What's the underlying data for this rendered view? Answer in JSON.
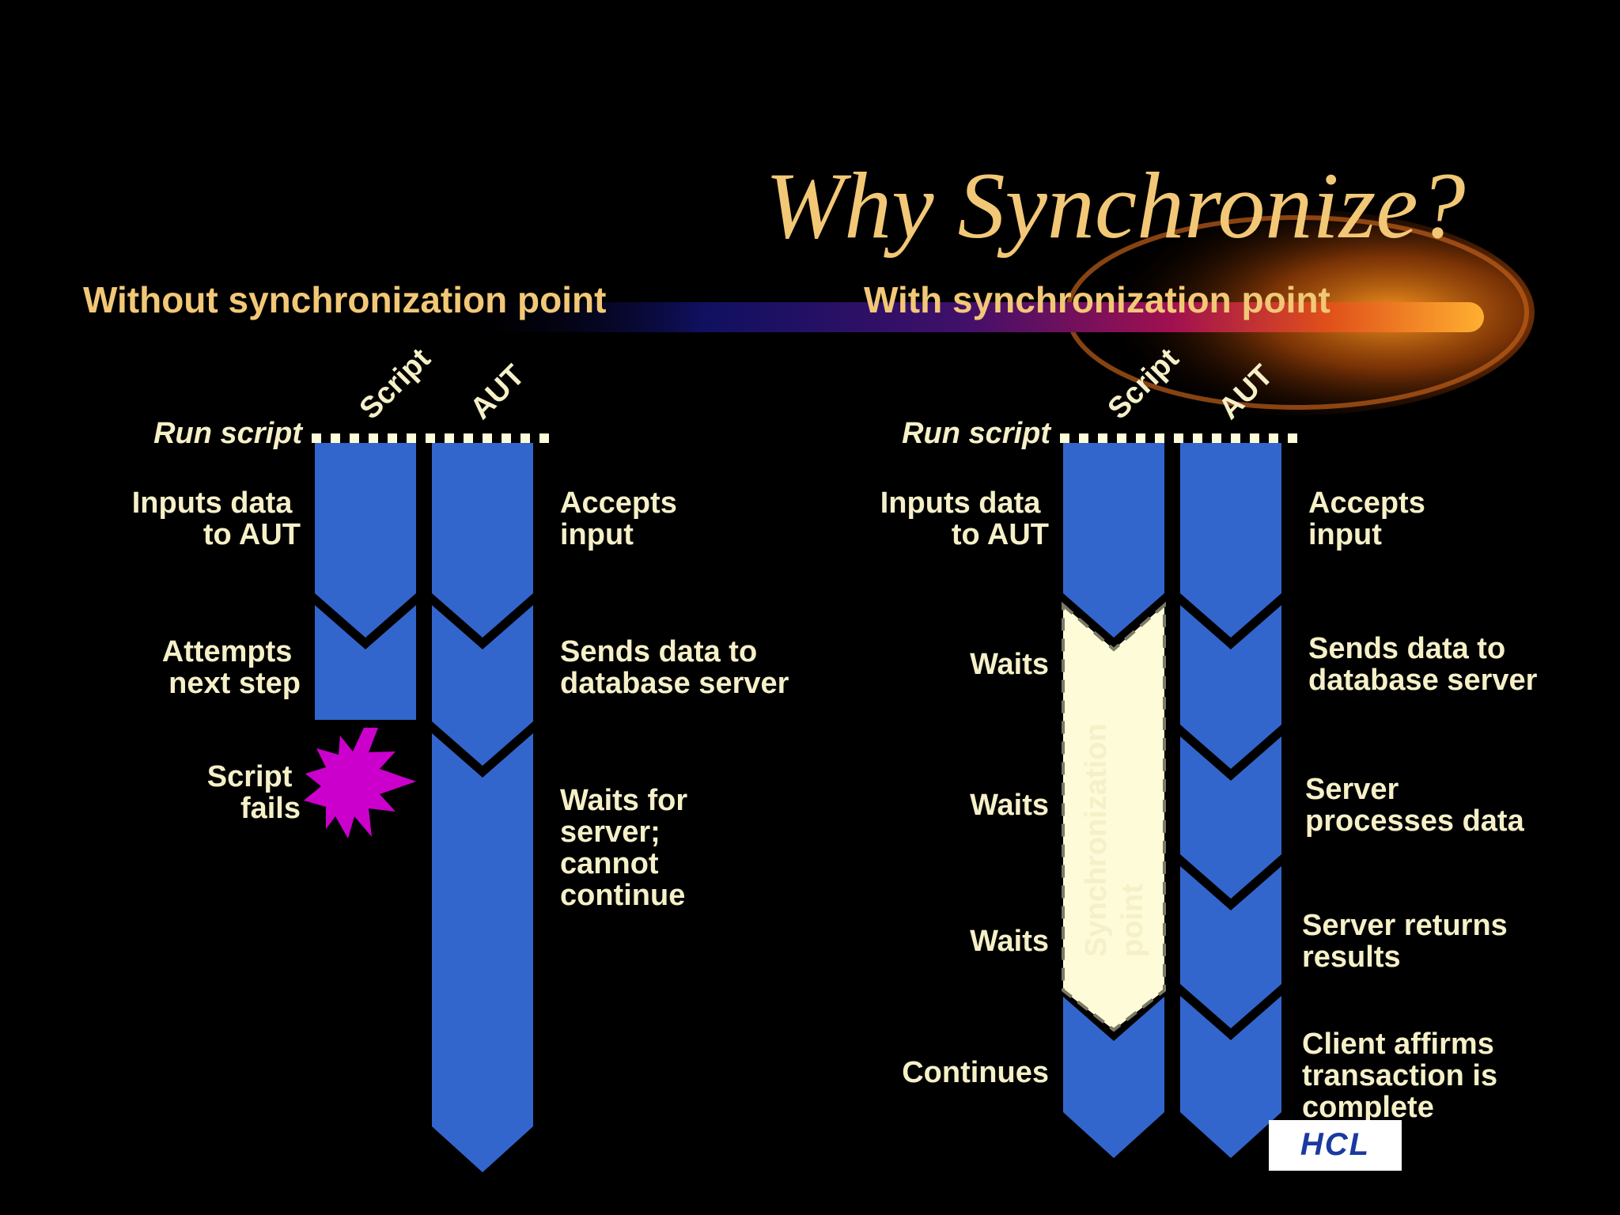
{
  "title": "Why Synchronize?",
  "left": {
    "heading": "Without synchronization point",
    "column_script": "Script",
    "column_aut": "AUT",
    "run_script": "Run script",
    "script_steps": [
      [
        "Inputs data",
        "to AUT"
      ],
      [
        "Attempts",
        "next step"
      ],
      [
        "Script",
        "fails"
      ]
    ],
    "aut_steps": [
      [
        "Accepts",
        "input"
      ],
      [
        "Sends data to",
        "database server"
      ],
      [
        "Waits for",
        "server;",
        "cannot",
        "continue"
      ]
    ]
  },
  "right": {
    "heading": "With synchronization point",
    "column_script": "Script",
    "column_aut": "AUT",
    "run_script": "Run script",
    "script_steps": [
      [
        "Inputs data",
        "to AUT"
      ],
      [
        "Waits"
      ],
      [
        "Waits"
      ],
      [
        "Waits"
      ],
      [
        "Continues"
      ]
    ],
    "sync_label": [
      "Synchronization",
      "point"
    ],
    "aut_steps": [
      [
        "Accepts",
        "input"
      ],
      [
        "Sends data to",
        "database server"
      ],
      [
        "Server",
        "processes data"
      ],
      [
        "Server returns",
        "results"
      ],
      [
        "Client affirms",
        "transaction is",
        "complete"
      ]
    ]
  },
  "logo": "HCL",
  "colors": {
    "background": "#000000",
    "arrow_blue": "#3366cc",
    "sync_fill": "#fdfbd8",
    "title": "#f2c877",
    "text": "#f6f0c8",
    "burst": "#cc00cc"
  }
}
